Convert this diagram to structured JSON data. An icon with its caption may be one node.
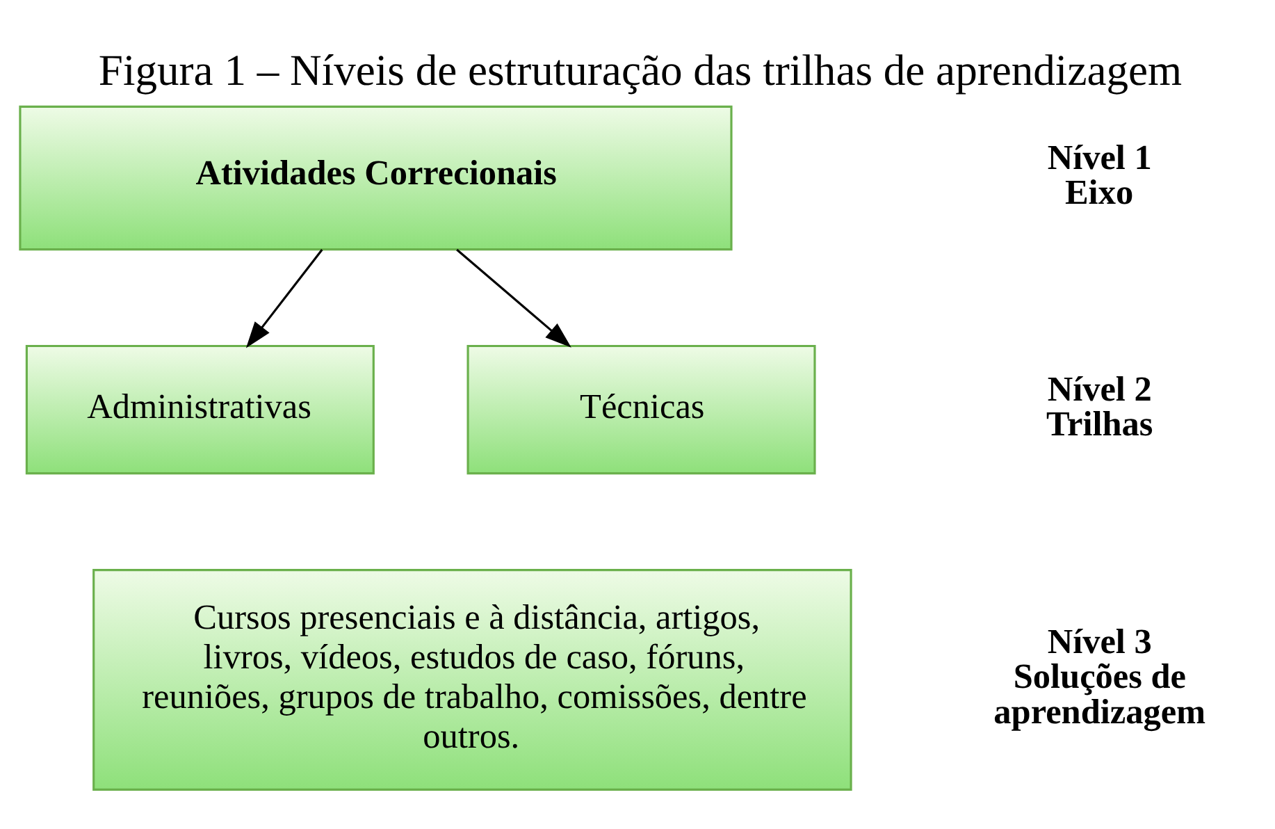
{
  "diagram": {
    "title": "Figura 1 – Níveis de estruturação das trilhas de aprendizagem",
    "nodes": [
      {
        "text": [
          "Atividades Correcionais"
        ]
      },
      {
        "text": [
          "Administrativas"
        ]
      },
      {
        "text": [
          "Técnicas"
        ]
      },
      {
        "text": [
          "Cursos presenciais e à distância, artigos, livros, vídeos, estudos de caso, fóruns, reuniões, grupos de trabalho, comissões, dentre outros."
        ]
      }
    ],
    "edges": [
      {
        "from": 0,
        "to": 1,
        "arrow": "to"
      },
      {
        "from": 0,
        "to": 2,
        "arrow": "to"
      }
    ],
    "labels": [
      "Nível 1 Eixo",
      "Nível 2 Trilhas",
      "Nível 3 Soluções de aprendizagem"
    ]
  }
}
